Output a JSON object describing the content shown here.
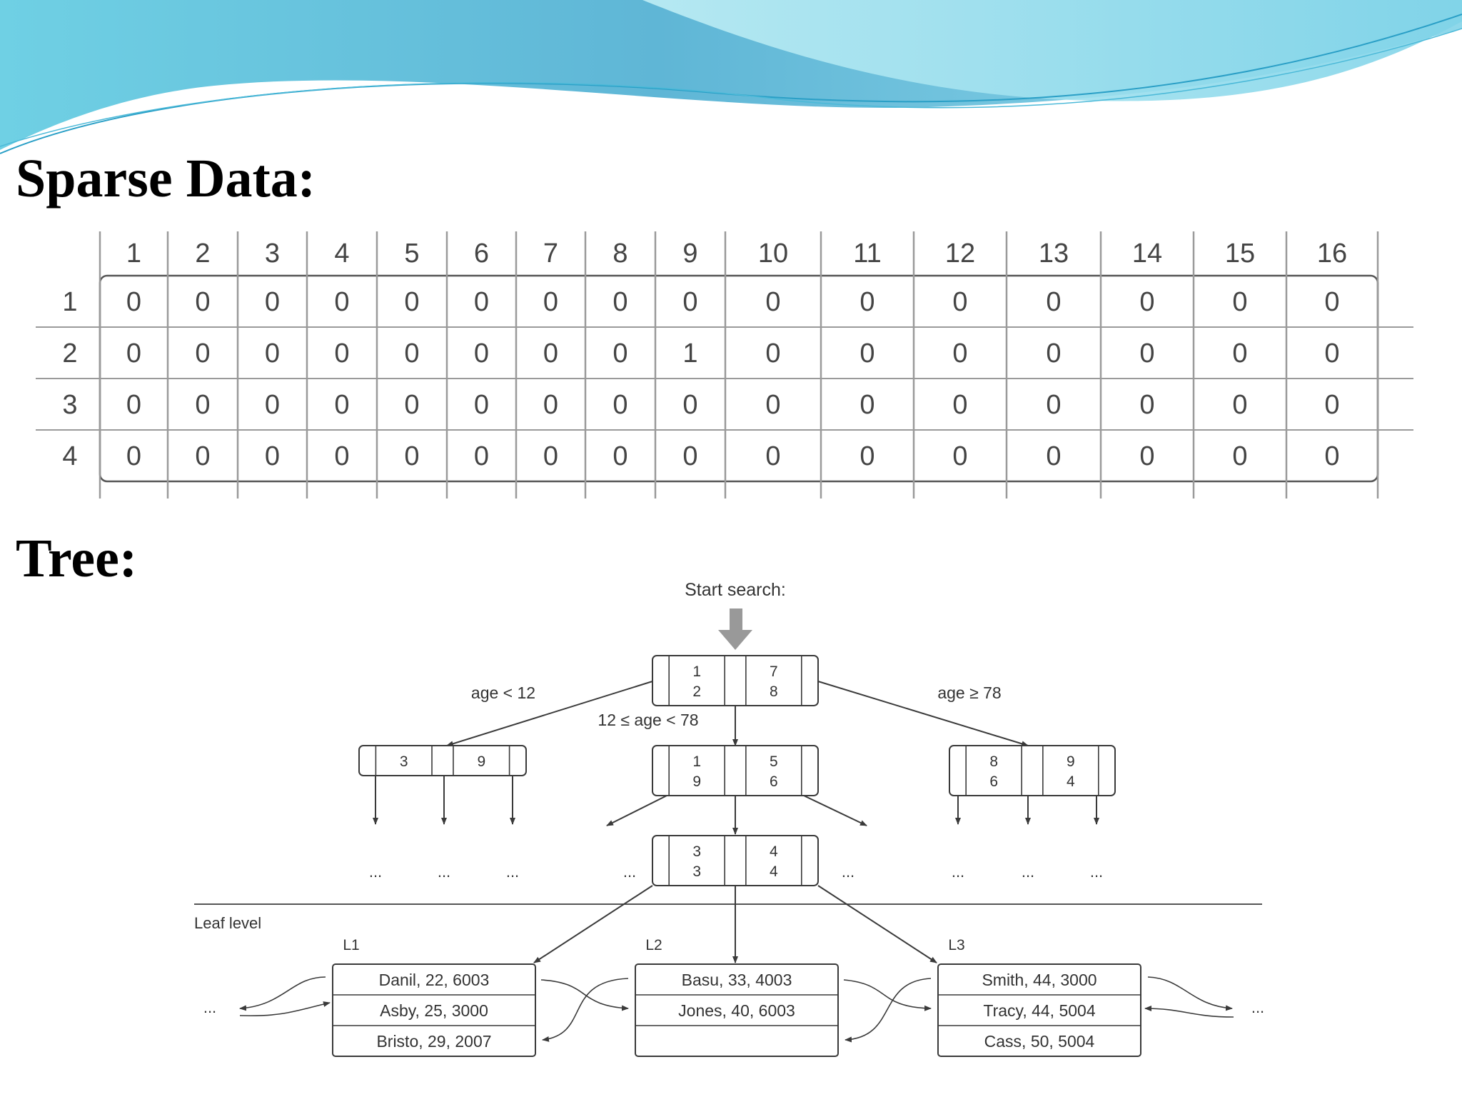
{
  "headings": {
    "sparse": "Sparse Data:",
    "tree": "Tree:"
  },
  "matrix": {
    "column_headers": [
      "1",
      "2",
      "3",
      "4",
      "5",
      "6",
      "7",
      "8",
      "9",
      "10",
      "11",
      "12",
      "13",
      "14",
      "15",
      "16"
    ],
    "row_headers": [
      "1",
      "2",
      "3",
      "4"
    ],
    "rows": [
      [
        "0",
        "0",
        "0",
        "0",
        "0",
        "0",
        "0",
        "0",
        "0",
        "0",
        "0",
        "0",
        "0",
        "0",
        "0",
        "0"
      ],
      [
        "0",
        "0",
        "0",
        "0",
        "0",
        "0",
        "0",
        "0",
        "1",
        "0",
        "0",
        "0",
        "0",
        "0",
        "0",
        "0"
      ],
      [
        "0",
        "0",
        "0",
        "0",
        "0",
        "0",
        "0",
        "0",
        "0",
        "0",
        "0",
        "0",
        "0",
        "0",
        "0",
        "0"
      ],
      [
        "0",
        "0",
        "0",
        "0",
        "0",
        "0",
        "0",
        "0",
        "0",
        "0",
        "0",
        "0",
        "0",
        "0",
        "0",
        "0"
      ]
    ]
  },
  "tree": {
    "start_label": "Start search:",
    "root": {
      "left": [
        "1",
        "2"
      ],
      "right": [
        "7",
        "8"
      ]
    },
    "edge_labels": {
      "left": "age < 12",
      "middle": "12 ≤ age < 78",
      "right": "age ≥ 78"
    },
    "left_node": {
      "left": [
        "3"
      ],
      "right": [
        "9"
      ]
    },
    "middle_node": {
      "left": [
        "1",
        "9"
      ],
      "right": [
        "5",
        "6"
      ]
    },
    "right_node": {
      "left": [
        "8",
        "6"
      ],
      "right": [
        "9",
        "4"
      ]
    },
    "lower_node": {
      "left": [
        "3",
        "3"
      ],
      "right": [
        "4",
        "4"
      ]
    },
    "ellipsis": "...",
    "leaf_level_label": "Leaf level",
    "leaves": [
      {
        "name": "L1",
        "rows": [
          "Danil, 22, 6003",
          "Asby, 25, 3000",
          "Bristo, 29, 2007"
        ]
      },
      {
        "name": "L2",
        "rows": [
          "Basu, 33, 4003",
          "Jones, 40, 6003",
          ""
        ]
      },
      {
        "name": "L3",
        "rows": [
          "Smith, 44, 3000",
          "Tracy, 44, 5004",
          "Cass, 50, 5004"
        ]
      }
    ]
  },
  "colors": {
    "wave_dark": "#3fb4d9",
    "wave_light": "#a8e4f0",
    "grid_line": "#9a9a9a",
    "arrow_gray": "#999999"
  }
}
